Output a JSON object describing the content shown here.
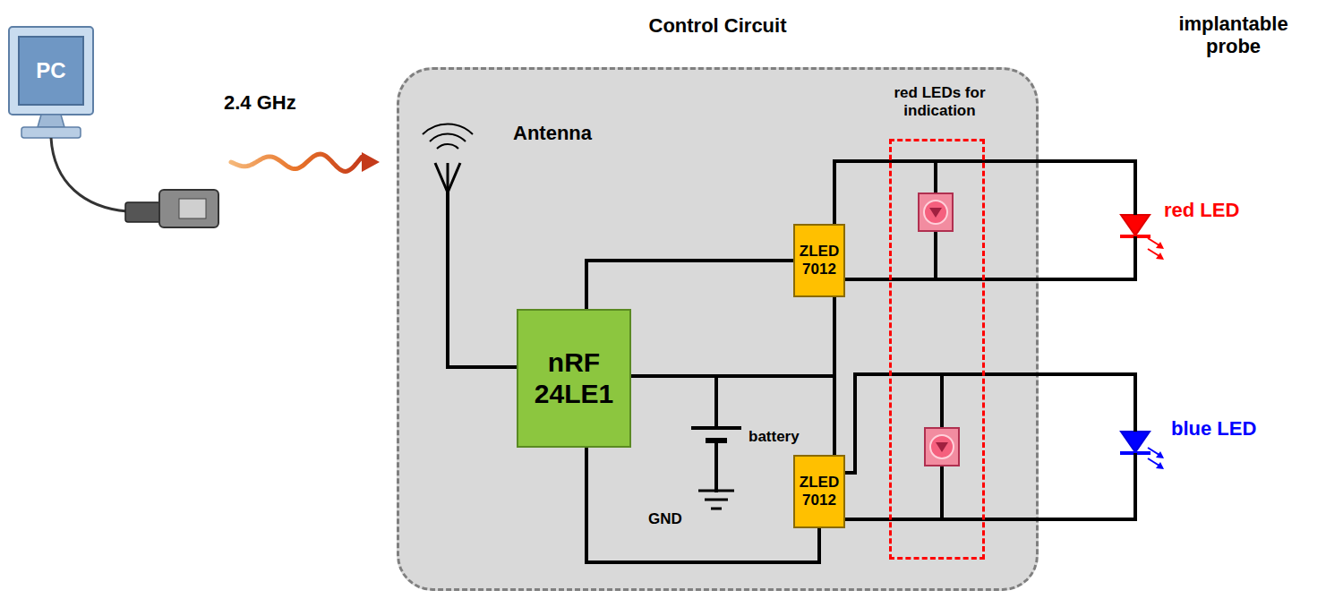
{
  "diagram": {
    "nodes": [
      {
        "text": [
          "Control Circuit"
        ]
      },
      {
        "text": [
          "PC"
        ]
      },
      {
        "text": [
          "nRF 24LE1"
        ],
        "in": 0
      },
      {
        "text": [
          "ZLED 7012"
        ],
        "in": 0
      },
      {
        "text": [
          "ZLED 7012"
        ],
        "in": 0
      },
      {
        "text": [
          "red LEDs for indication"
        ],
        "in": 0
      }
    ],
    "edges": [
      {
        "from": 2,
        "to": 3,
        "arrow": "none"
      },
      {
        "from": 2,
        "to": 4,
        "arrow": "none"
      }
    ],
    "labels": [
      "2.4 GHz",
      "Antenna",
      "battery",
      "GND",
      "red LED",
      "blue LED",
      "implantable probe"
    ]
  }
}
